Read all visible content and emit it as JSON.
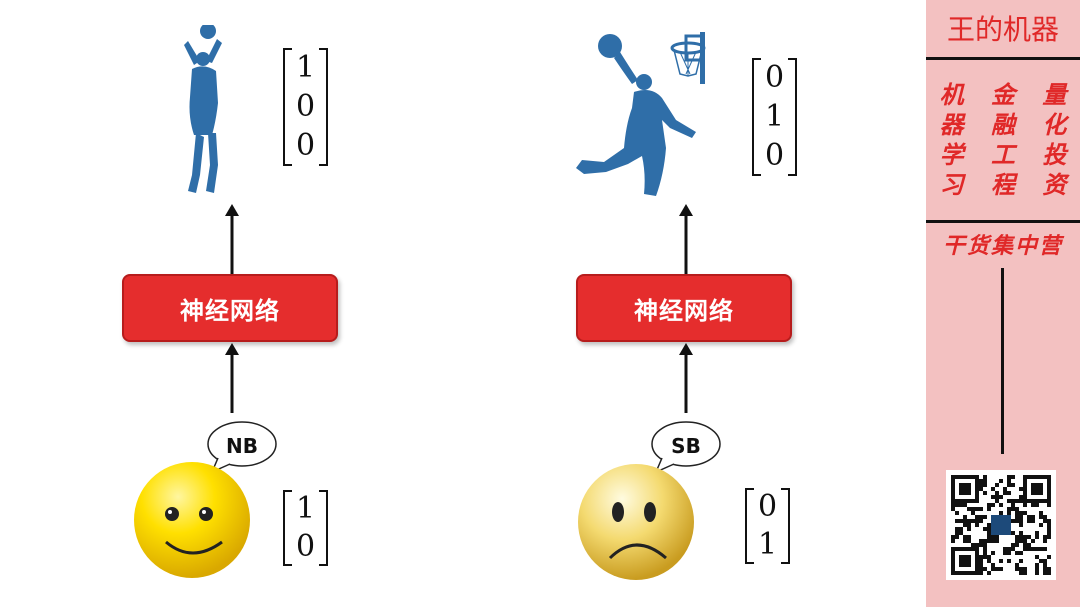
{
  "left": {
    "box_label": "神经网络",
    "speech": "NB",
    "output_vector": [
      "1",
      "0",
      "0"
    ],
    "input_vector": [
      "1",
      "0"
    ],
    "output_icon": "basketball-shooter-icon",
    "input_icon": "smiley-face-icon"
  },
  "right": {
    "box_label": "神经网络",
    "speech": "SB",
    "output_vector": [
      "0",
      "1",
      "0"
    ],
    "input_vector": [
      "0",
      "1"
    ],
    "output_icon": "basketball-dunker-icon",
    "input_icon": "frowning-face-icon"
  },
  "sidebar": {
    "brand": "王的机器",
    "columns": [
      [
        "机",
        "器",
        "学",
        "习"
      ],
      [
        "金",
        "融",
        "工",
        "程"
      ],
      [
        "量",
        "化",
        "投",
        "资"
      ]
    ],
    "slogan": "干货集中营",
    "qr_icon": "qr-code-icon"
  },
  "colors": {
    "box_red": "#e52d2d",
    "silhouette_blue": "#2f6ea8",
    "sidebar_pink": "#f3c1c1",
    "brand_red": "#e02828"
  }
}
